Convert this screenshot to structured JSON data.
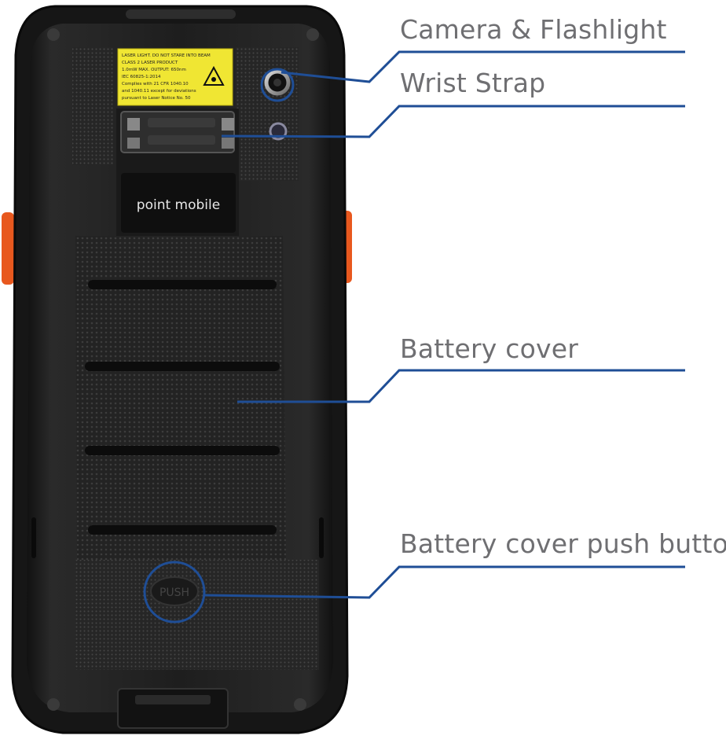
{
  "callouts": {
    "camera_flashlight": "Camera & Flashlight",
    "wrist_strap": "Wrist Strap",
    "battery_cover": "Battery cover",
    "battery_cover_push_button": "Battery cover push button"
  },
  "device": {
    "brand_logo": "point mobile",
    "push_button_text": "PUSH",
    "laser_label_lines": [
      "LASER LIGHT. DO NOT STARE INTO BEAM",
      "CLASS 2 LASER PRODUCT",
      "1.0mW MAX. OUTPUT: 650nm",
      "IEC 60825-1:2014",
      "Complies with 21 CFR 1040.10",
      "and 1040.11 except for deviations",
      "pursuant to Laser Notice No. 50"
    ]
  },
  "colors": {
    "callout_line": "#1f4e96",
    "label_text": "#6f6f72",
    "device_body": "#1c1c1c",
    "accent_orange": "#e8581e",
    "laser_label_yellow": "#f0e633"
  }
}
